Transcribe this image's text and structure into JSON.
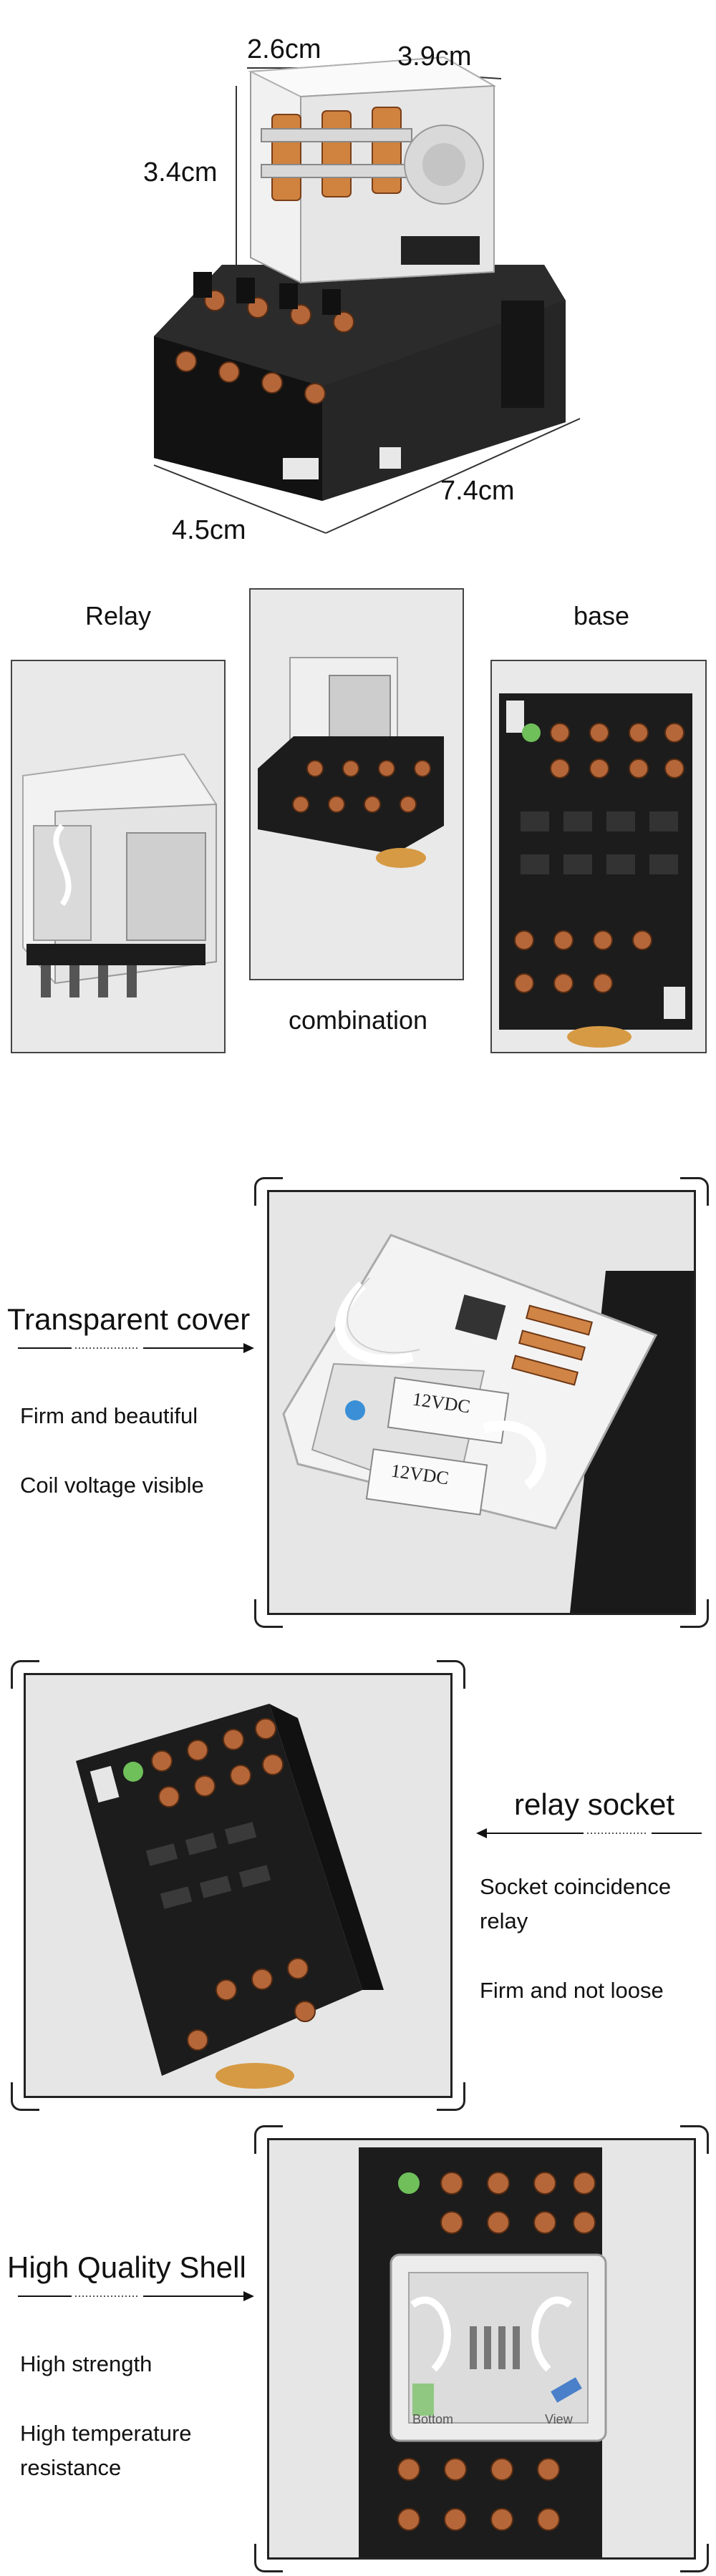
{
  "dimensions": {
    "depth": "2.6cm",
    "width": "3.9cm",
    "height": "3.4cm",
    "base_width": "4.5cm",
    "base_length": "7.4cm"
  },
  "views": {
    "relay_label": "Relay",
    "base_label": "base",
    "combination_label": "combination"
  },
  "cover": {
    "title": "Transparent cover",
    "line1": "Firm and beautiful",
    "line2": "Coil voltage visible",
    "coil_marking_1": "12VDC",
    "coil_marking_2": "12VDC"
  },
  "socket": {
    "title": "relay socket",
    "line1": "Socket coincidence",
    "line1b": "relay",
    "line2": "Firm and not loose"
  },
  "shell": {
    "title": "High Quality Shell",
    "line1": "High strength",
    "line2": "High temperature",
    "line2b": "resistance",
    "label_bottom": "Bottom",
    "label_view": "View"
  },
  "colors": {
    "socket_black": "#1c1c1c",
    "copper": "#b5673a",
    "panel_gray": "#e8e8e8"
  }
}
